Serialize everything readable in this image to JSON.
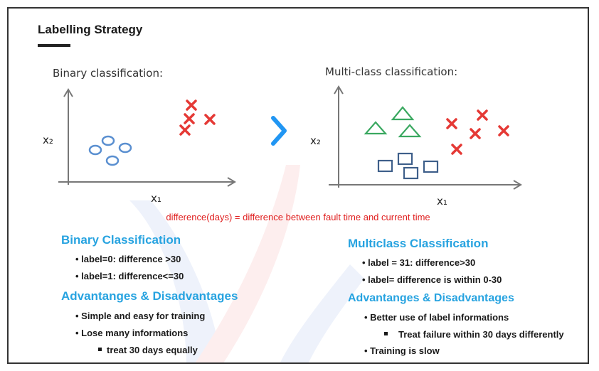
{
  "header": {
    "title": "Labelling Strategy"
  },
  "diagrams": {
    "binary": {
      "caption": "Binary classification:",
      "x_axis": "x₁",
      "y_axis": "x₂"
    },
    "multiclass": {
      "caption": "Multi-class classification:",
      "x_axis": "x₁",
      "y_axis": "x₂"
    }
  },
  "note": "difference(days) = difference between fault time and current time",
  "left": {
    "heading": "Binary Classification",
    "labels": [
      "• label=0: difference >30",
      "• label=1: difference<=30"
    ],
    "adv_heading": "Advantanges & Disadvantages",
    "adv_items": [
      "• Simple and easy for training",
      "• Lose many informations"
    ],
    "adv_sub": "treat 30 days equally"
  },
  "right": {
    "heading": "Multiclass Classification",
    "labels": [
      "• label = 31: difference>30",
      "• label= difference is within 0-30"
    ],
    "adv_heading": "Advantanges & Disadvantages",
    "adv_items": [
      "• Better use of label informations",
      "• Training is slow"
    ],
    "adv_sub": "Treat failure within 30 days differently"
  },
  "colors": {
    "accent_blue": "#27a3e0",
    "cross_red": "#e53935",
    "circle_blue": "#5a8fd0",
    "triangle_green": "#3aa860",
    "square_navy": "#3e5f8a",
    "note_red": "#e02020"
  }
}
